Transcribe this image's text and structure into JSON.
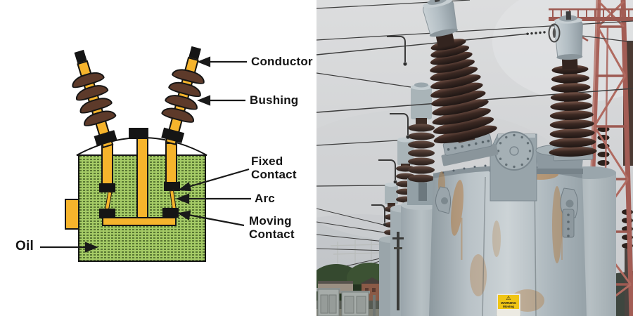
{
  "diagram": {
    "labels": {
      "conductor": "Conductor",
      "bushing": "Bushing",
      "fixed_contact_line1": "Fixed",
      "fixed_contact_line2": "Contact",
      "arc": "Arc",
      "moving_contact_line1": "Moving",
      "moving_contact_line2": "Contact",
      "oil": "Oil"
    },
    "colors": {
      "oil_tank_green": "#a5cb66",
      "conductor_yellow": "#f6b42c",
      "bushing_disc_brown": "#5d3a2a",
      "outline_black": "#151515"
    }
  },
  "photo": {
    "warning_sticker": {
      "icon": "warning-triangle",
      "line1": "WARNING",
      "line2": "Moving"
    },
    "colors": {
      "sky_gray": "#d4d5d7",
      "tank_gray": "#b4bec3",
      "tower_rust_red": "#a8625a",
      "insulator_brown": "#3a2822",
      "sticker_yellow": "#f0c514"
    }
  }
}
